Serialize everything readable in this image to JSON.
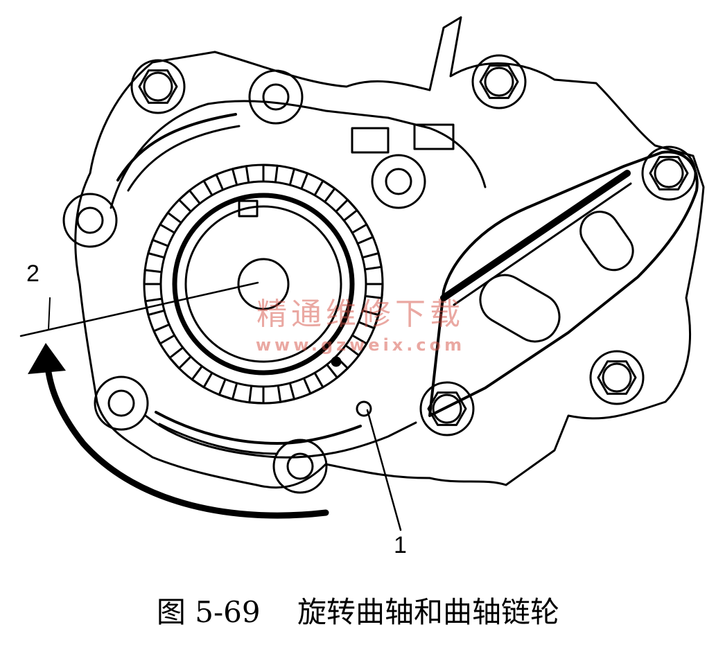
{
  "figure": {
    "caption_number": "图 5-69",
    "caption_text": "旋转曲轴和曲轴链轮"
  },
  "callouts": {
    "label_1": "1",
    "label_2": "2"
  },
  "watermark": {
    "text": "精通维修下载",
    "url": "www.gzweix.com"
  },
  "colors": {
    "line": "#000000",
    "watermark": "#d65246"
  }
}
